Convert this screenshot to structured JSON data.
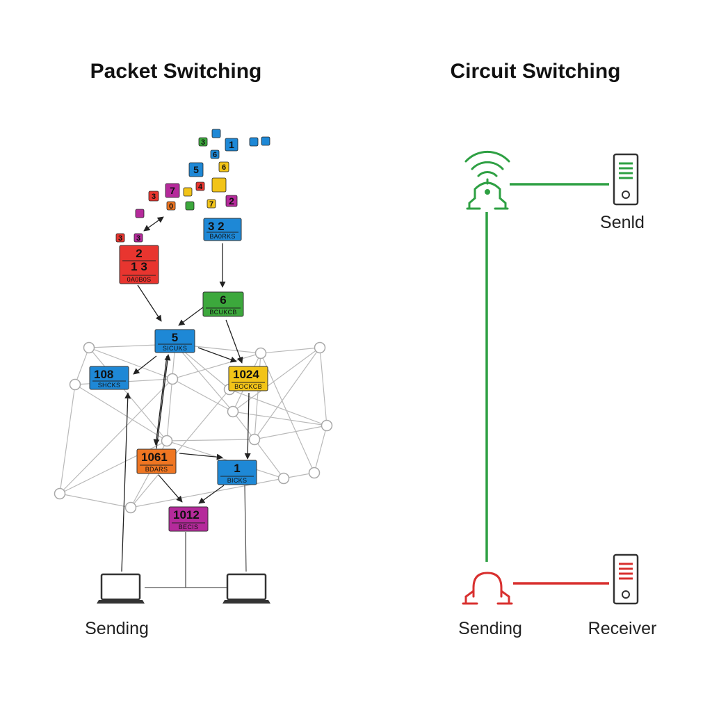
{
  "colors": {
    "red": "#e8352f",
    "blue": "#1e88d6",
    "green": "#3ca83c",
    "yellow": "#f2c418",
    "orange": "#ef7622",
    "purple": "#b52a9b",
    "mesh": "#b9b9b9",
    "circuit_green": "#2ea043",
    "circuit_red": "#d8302f"
  },
  "packet_switching": {
    "title": "Packet Switching",
    "sending_label": "Sending",
    "packets": [
      {
        "id": "red",
        "color": "red",
        "lines": [
          "2",
          "1  3"
        ],
        "sub": "0A0B0S"
      },
      {
        "id": "blue-top",
        "color": "blue",
        "lines": [
          "3  2"
        ],
        "sub": "BA0RKS"
      },
      {
        "id": "green",
        "color": "green",
        "lines": [
          "6"
        ],
        "sub": "BCUKCB"
      },
      {
        "id": "blue-hub",
        "color": "blue",
        "lines": [
          "5"
        ],
        "sub": "SICUKS"
      },
      {
        "id": "blue-left",
        "color": "blue",
        "lines": [
          "108"
        ],
        "sub": "SHCKS"
      },
      {
        "id": "yellow",
        "color": "yellow",
        "lines": [
          "1024"
        ],
        "sub": "BOCKCB"
      },
      {
        "id": "orange",
        "color": "orange",
        "lines": [
          "1061"
        ],
        "sub": "BDARS"
      },
      {
        "id": "blue-right",
        "color": "blue",
        "lines": [
          "1"
        ],
        "sub": "BICKS"
      },
      {
        "id": "purple",
        "color": "purple",
        "lines": [
          "1012"
        ],
        "sub": "BECIS"
      }
    ],
    "scatter": [
      {
        "color": "blue",
        "label": ""
      },
      {
        "color": "blue",
        "label": ""
      },
      {
        "color": "blue",
        "label": ""
      },
      {
        "color": "green",
        "label": "3"
      },
      {
        "color": "blue",
        "label": "1"
      },
      {
        "color": "blue",
        "label": "6"
      },
      {
        "color": "yellow",
        "label": "6"
      },
      {
        "color": "blue",
        "label": "5"
      },
      {
        "color": "yellow",
        "label": ""
      },
      {
        "color": "red",
        "label": "4"
      },
      {
        "color": "purple",
        "label": "7"
      },
      {
        "color": "yellow",
        "label": ""
      },
      {
        "color": "red",
        "label": "3"
      },
      {
        "color": "orange",
        "label": "0"
      },
      {
        "color": "green",
        "label": ""
      },
      {
        "color": "yellow",
        "label": "7"
      },
      {
        "color": "purple",
        "label": "2"
      },
      {
        "color": "purple",
        "label": ""
      },
      {
        "color": "red",
        "label": "3"
      },
      {
        "color": "purple",
        "label": "3"
      }
    ]
  },
  "circuit_switching": {
    "title": "Circuit Switching",
    "server_top_label": "Senld",
    "sending_label": "Sending",
    "receiver_label": "Receiver"
  }
}
